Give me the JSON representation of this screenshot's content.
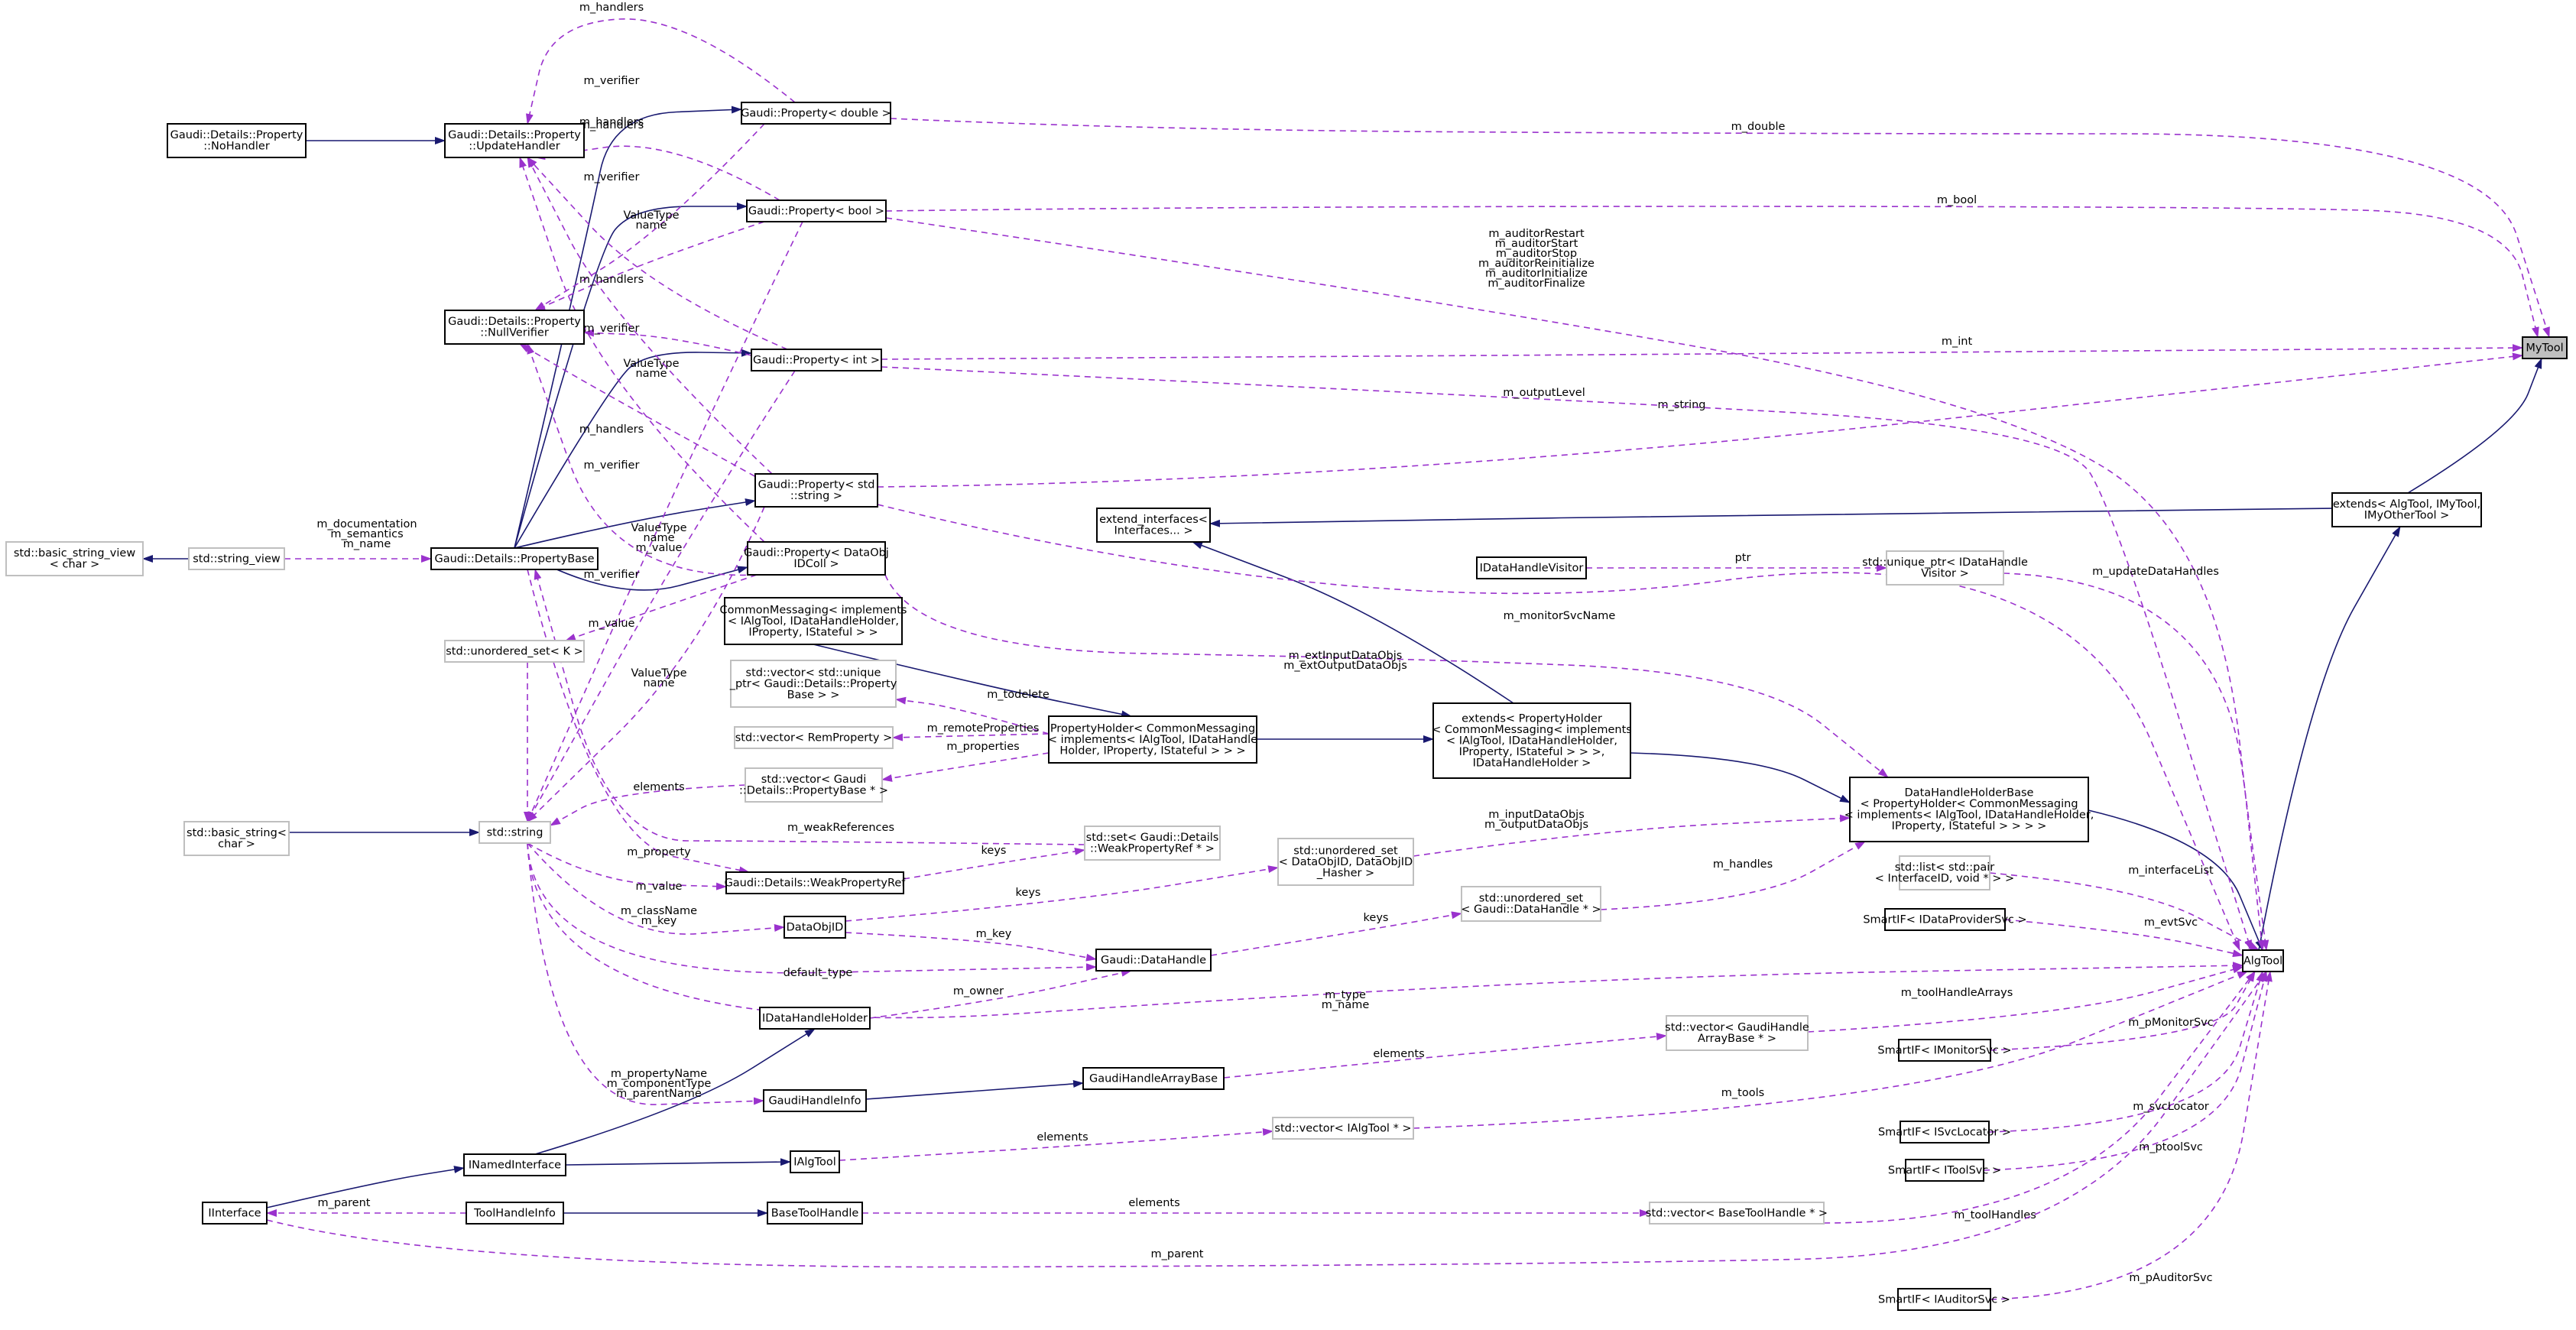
{
  "colors": {
    "inheritance": "#191970",
    "usage": "#9a32cd",
    "documented_border": "#000000",
    "undocumented_border": "#bfbfbf",
    "highlight_fill": "#bfbfbf"
  },
  "nodes": [
    {
      "id": "MyTool",
      "lines": [
        "MyTool"
      ],
      "highlight": true
    },
    {
      "id": "extends_AlgTool",
      "lines": [
        "extends< AlgTool, IMyTool,",
        "IMyOtherTool >"
      ]
    },
    {
      "id": "AlgTool",
      "lines": [
        "AlgTool"
      ]
    },
    {
      "id": "DataHandleHolderBase",
      "lines": [
        "DataHandleHolderBase",
        "< PropertyHolder< CommonMessaging",
        "< implements< IAlgTool, IDataHandleHolder,",
        "IProperty, IStateful > > > >"
      ]
    },
    {
      "id": "extends_PropertyHolder",
      "lines": [
        "extends< PropertyHolder",
        "< CommonMessaging< implements",
        "< IAlgTool, IDataHandleHolder,",
        "IProperty, IStateful > > >,",
        "IDataHandleHolder >"
      ]
    },
    {
      "id": "PropertyHolder",
      "lines": [
        "PropertyHolder< CommonMessaging",
        "< implements< IAlgTool, IDataHandle",
        "Holder, IProperty, IStateful > > >"
      ]
    },
    {
      "id": "CommonMessaging",
      "lines": [
        "CommonMessaging< implements",
        "< IAlgTool, IDataHandleHolder,",
        "IProperty, IStateful > >"
      ]
    },
    {
      "id": "extend_interfaces",
      "lines": [
        "extend_interfaces<",
        "Interfaces... >"
      ]
    },
    {
      "id": "GaudiPropertyDouble",
      "lines": [
        "Gaudi::Property< double >"
      ]
    },
    {
      "id": "GaudiPropertyBool",
      "lines": [
        "Gaudi::Property< bool >"
      ]
    },
    {
      "id": "GaudiPropertyInt",
      "lines": [
        "Gaudi::Property< int >"
      ]
    },
    {
      "id": "GaudiPropertyString",
      "lines": [
        "Gaudi::Property< std",
        "::string >"
      ]
    },
    {
      "id": "GaudiPropertyDataObj",
      "lines": [
        "Gaudi::Property< DataObj",
        "IDColl >"
      ]
    },
    {
      "id": "UpdateHandler",
      "lines": [
        "Gaudi::Details::Property",
        "::UpdateHandler"
      ]
    },
    {
      "id": "NoHandler",
      "lines": [
        "Gaudi::Details::Property",
        "::NoHandler"
      ]
    },
    {
      "id": "NullVerifier",
      "lines": [
        "Gaudi::Details::Property",
        "::NullVerifier"
      ]
    },
    {
      "id": "PropertyBase",
      "lines": [
        "Gaudi::Details::PropertyBase"
      ]
    },
    {
      "id": "string_view",
      "lines": [
        "std::string_view"
      ],
      "undoc": true
    },
    {
      "id": "basic_string_view",
      "lines": [
        "std::basic_string_view",
        "< char >"
      ],
      "undoc": true
    },
    {
      "id": "unordered_set_K",
      "lines": [
        "std::unordered_set< K >"
      ],
      "undoc": true
    },
    {
      "id": "vec_unique_ptr",
      "lines": [
        "std::vector< std::unique",
        "_ptr< Gaudi::Details::Property",
        "Base > >"
      ],
      "undoc": true
    },
    {
      "id": "vec_RemProperty",
      "lines": [
        "std::vector< RemProperty >"
      ],
      "undoc": true
    },
    {
      "id": "vec_PropertyBasePtr",
      "lines": [
        "std::vector< Gaudi",
        "::Details::PropertyBase * >"
      ],
      "undoc": true
    },
    {
      "id": "std_string",
      "lines": [
        "std::string"
      ],
      "undoc": true
    },
    {
      "id": "basic_string",
      "lines": [
        "std::basic_string<",
        "char >"
      ],
      "undoc": true
    },
    {
      "id": "set_WeakPropertyRef",
      "lines": [
        "std::set< Gaudi::Details",
        "::WeakPropertyRef * >"
      ],
      "undoc": true
    },
    {
      "id": "WeakPropertyRef",
      "lines": [
        "Gaudi::Details::WeakPropertyRef"
      ]
    },
    {
      "id": "DataObjID",
      "lines": [
        "DataObjID"
      ]
    },
    {
      "id": "uset_DataObjID",
      "lines": [
        "std::unordered_set",
        "< DataObjID, DataObjID",
        "_Hasher >"
      ],
      "undoc": true
    },
    {
      "id": "uset_DataHandle",
      "lines": [
        "std::unordered_set",
        "< Gaudi::DataHandle * >"
      ],
      "undoc": true
    },
    {
      "id": "GaudiDataHandle",
      "lines": [
        "Gaudi::DataHandle"
      ]
    },
    {
      "id": "IDataHandleHolder",
      "lines": [
        "IDataHandleHolder"
      ]
    },
    {
      "id": "GaudiHandleInfo",
      "lines": [
        "GaudiHandleInfo"
      ]
    },
    {
      "id": "GaudiHandleArrayBase",
      "lines": [
        "GaudiHandleArrayBase"
      ]
    },
    {
      "id": "vec_GaudiHandleArrayBase",
      "lines": [
        "std::vector< GaudiHandle",
        "ArrayBase * >"
      ],
      "undoc": true
    },
    {
      "id": "INamedInterface",
      "lines": [
        "INamedInterface"
      ]
    },
    {
      "id": "IAlgTool",
      "lines": [
        "IAlgTool"
      ]
    },
    {
      "id": "vec_IAlgTool",
      "lines": [
        "std::vector< IAlgTool * >"
      ],
      "undoc": true
    },
    {
      "id": "IInterface",
      "lines": [
        "IInterface"
      ]
    },
    {
      "id": "ToolHandleInfo",
      "lines": [
        "ToolHandleInfo"
      ]
    },
    {
      "id": "BaseToolHandle",
      "lines": [
        "BaseToolHandle"
      ]
    },
    {
      "id": "vec_BaseToolHandle",
      "lines": [
        "std::vector< BaseToolHandle * >"
      ],
      "undoc": true
    },
    {
      "id": "IDataHandleVisitor",
      "lines": [
        "IDataHandleVisitor"
      ]
    },
    {
      "id": "unique_ptr_IDataHandleVisitor",
      "lines": [
        "std::unique_ptr< IDataHandle",
        "Visitor >"
      ],
      "undoc": true
    },
    {
      "id": "list_pair",
      "lines": [
        "std::list< std::pair",
        "< InterfaceID, void * > >"
      ],
      "undoc": true
    },
    {
      "id": "SmartIF_IDataProviderSvc",
      "lines": [
        "SmartIF< IDataProviderSvc >"
      ]
    },
    {
      "id": "SmartIF_IMonitorSvc",
      "lines": [
        "SmartIF< IMonitorSvc >"
      ]
    },
    {
      "id": "SmartIF_ISvcLocator",
      "lines": [
        "SmartIF< ISvcLocator >"
      ]
    },
    {
      "id": "SmartIF_IToolSvc",
      "lines": [
        "SmartIF< IToolSvc >"
      ]
    },
    {
      "id": "SmartIF_IAuditorSvc",
      "lines": [
        "SmartIF< IAuditorSvc >"
      ]
    }
  ],
  "edges": [
    {
      "from": "extends_AlgTool",
      "to": "MyTool",
      "kind": "inherit",
      "label": []
    },
    {
      "from": "GaudiPropertyDouble",
      "to": "MyTool",
      "kind": "use",
      "label": [
        "m_double"
      ]
    },
    {
      "from": "GaudiPropertyBool",
      "to": "MyTool",
      "kind": "use",
      "label": [
        "m_bool"
      ]
    },
    {
      "from": "GaudiPropertyInt",
      "to": "MyTool",
      "kind": "use",
      "label": [
        "m_int"
      ]
    },
    {
      "from": "GaudiPropertyString",
      "to": "MyTool",
      "kind": "use",
      "label": [
        "m_string"
      ]
    },
    {
      "from": "AlgTool",
      "to": "extends_AlgTool",
      "kind": "inherit",
      "label": []
    },
    {
      "from": "extend_interfaces",
      "to": "extends_AlgTool",
      "kind": "inherit",
      "label": []
    },
    {
      "from": "DataHandleHolderBase",
      "to": "AlgTool",
      "kind": "inherit",
      "label": []
    },
    {
      "from": "extends_PropertyHolder",
      "to": "DataHandleHolderBase",
      "kind": "inherit",
      "label": []
    },
    {
      "from": "PropertyHolder",
      "to": "extends_PropertyHolder",
      "kind": "inherit",
      "label": []
    },
    {
      "from": "extend_interfaces",
      "to": "extends_PropertyHolder",
      "kind": "inherit",
      "label": []
    },
    {
      "from": "CommonMessaging",
      "to": "PropertyHolder",
      "kind": "inherit",
      "label": []
    },
    {
      "from": "NoHandler",
      "to": "UpdateHandler",
      "kind": "inherit",
      "label": []
    },
    {
      "from": "PropertyBase",
      "to": "GaudiPropertyDouble",
      "kind": "inherit",
      "label": []
    },
    {
      "from": "PropertyBase",
      "to": "GaudiPropertyBool",
      "kind": "inherit",
      "label": []
    },
    {
      "from": "PropertyBase",
      "to": "GaudiPropertyInt",
      "kind": "inherit",
      "label": []
    },
    {
      "from": "PropertyBase",
      "to": "GaudiPropertyString",
      "kind": "inherit",
      "label": []
    },
    {
      "from": "PropertyBase",
      "to": "GaudiPropertyDataObj",
      "kind": "inherit",
      "label": []
    },
    {
      "from": "basic_string_view",
      "to": "string_view",
      "kind": "inherit",
      "label": []
    },
    {
      "from": "basic_string",
      "to": "std_string",
      "kind": "inherit",
      "label": []
    },
    {
      "from": "INamedInterface",
      "to": "IDataHandleHolder",
      "kind": "inherit",
      "label": []
    },
    {
      "from": "INamedInterface",
      "to": "IAlgTool",
      "kind": "inherit",
      "label": []
    },
    {
      "from": "IInterface",
      "to": "INamedInterface",
      "kind": "inherit",
      "label": []
    },
    {
      "from": "ToolHandleInfo",
      "to": "BaseToolHandle",
      "kind": "inherit",
      "label": []
    },
    {
      "from": "GaudiHandleInfo",
      "to": "GaudiHandleArrayBase",
      "kind": "inherit",
      "label": []
    },
    {
      "from": "GaudiPropertyDouble",
      "to": "UpdateHandler",
      "kind": "use",
      "label": [
        "m_handlers"
      ]
    },
    {
      "from": "GaudiPropertyDouble",
      "to": "NullVerifier",
      "kind": "use",
      "label": [
        "m_verifier"
      ]
    },
    {
      "from": "GaudiPropertyBool",
      "to": "UpdateHandler",
      "kind": "use",
      "label": [
        "m_handlers"
      ]
    },
    {
      "from": "GaudiPropertyBool",
      "to": "NullVerifier",
      "kind": "use",
      "label": [
        "m_verifier"
      ]
    },
    {
      "from": "GaudiPropertyBool",
      "to": "std_string",
      "kind": "use",
      "label": [
        "ValueType",
        "name"
      ]
    },
    {
      "from": "GaudiPropertyInt",
      "to": "UpdateHandler",
      "kind": "use",
      "label": [
        "m_handlers"
      ]
    },
    {
      "from": "GaudiPropertyInt",
      "to": "NullVerifier",
      "kind": "use",
      "label": [
        "m_verifier"
      ]
    },
    {
      "from": "GaudiPropertyInt",
      "to": "std_string",
      "kind": "use",
      "label": [
        "ValueType",
        "name"
      ]
    },
    {
      "from": "GaudiPropertyString",
      "to": "UpdateHandler",
      "kind": "use",
      "label": [
        "m_handlers"
      ]
    },
    {
      "from": "GaudiPropertyString",
      "to": "NullVerifier",
      "kind": "use",
      "label": [
        "m_verifier"
      ]
    },
    {
      "from": "GaudiPropertyString",
      "to": "std_string",
      "kind": "use",
      "label": [
        "ValueType",
        "name",
        "m_value"
      ]
    },
    {
      "from": "GaudiPropertyDataObj",
      "to": "UpdateHandler",
      "kind": "use",
      "label": [
        "m_handlers"
      ]
    },
    {
      "from": "GaudiPropertyDataObj",
      "to": "NullVerifier",
      "kind": "use",
      "label": [
        "m_verifier"
      ]
    },
    {
      "from": "GaudiPropertyDataObj",
      "to": "unordered_set_K",
      "kind": "use",
      "label": [
        "m_value"
      ]
    },
    {
      "from": "unordered_set_K",
      "to": "std_string",
      "kind": "use",
      "label": [
        "ValueType",
        "name"
      ]
    },
    {
      "from": "string_view",
      "to": "PropertyBase",
      "kind": "use",
      "label": [
        "m_documentation",
        "m_semantics",
        "m_name"
      ]
    },
    {
      "from": "vec_PropertyBasePtr",
      "to": "std_string",
      "kind": "use",
      "label": [
        "elements"
      ]
    },
    {
      "from": "vec_unique_ptr",
      "to": "PropertyHolder",
      "kind": "use",
      "label": [
        "m_todelete"
      ]
    },
    {
      "from": "vec_RemProperty",
      "to": "PropertyHolder",
      "kind": "use",
      "label": [
        "m_remoteProperties"
      ]
    },
    {
      "from": "vec_PropertyBasePtr",
      "to": "PropertyHolder",
      "kind": "use",
      "label": [
        "m_properties"
      ]
    },
    {
      "from": "set_WeakPropertyRef",
      "to": "PropertyBase",
      "kind": "use",
      "label": [
        "m_weakReferences"
      ]
    },
    {
      "from": "WeakPropertyRef",
      "to": "set_WeakPropertyRef",
      "kind": "use",
      "label": [
        "keys"
      ]
    },
    {
      "from": "PropertyBase",
      "to": "WeakPropertyRef",
      "kind": "use",
      "label": [
        "m_property"
      ]
    },
    {
      "from": "std_string",
      "to": "WeakPropertyRef",
      "kind": "use",
      "label": [
        "m_value"
      ]
    },
    {
      "from": "std_string",
      "to": "DataObjID",
      "kind": "use",
      "label": [
        "m_className",
        "m_key"
      ]
    },
    {
      "from": "DataObjID",
      "to": "uset_DataObjID",
      "kind": "use",
      "label": [
        "keys"
      ]
    },
    {
      "from": "uset_DataObjID",
      "to": "DataHandleHolderBase",
      "kind": "use",
      "label": [
        "m_inputDataObjs",
        "m_outputDataObjs"
      ]
    },
    {
      "from": "GaudiPropertyDataObj",
      "to": "DataHandleHolderBase",
      "kind": "use",
      "label": [
        "m_extInputDataObjs",
        "m_extOutputDataObjs"
      ]
    },
    {
      "from": "GaudiDataHandle",
      "to": "uset_DataHandle",
      "kind": "use",
      "label": [
        "keys"
      ]
    },
    {
      "from": "uset_DataHandle",
      "to": "DataHandleHolderBase",
      "kind": "use",
      "label": [
        "m_handles"
      ]
    },
    {
      "from": "DataObjID",
      "to": "GaudiDataHandle",
      "kind": "use",
      "label": [
        "m_key"
      ]
    },
    {
      "from": "std_string",
      "to": "GaudiDataHandle",
      "kind": "use",
      "label": [
        "default_type"
      ]
    },
    {
      "from": "IDataHandleHolder",
      "to": "GaudiDataHandle",
      "kind": "use",
      "label": [
        "m_owner"
      ]
    },
    {
      "from": "std_string",
      "to": "AlgTool",
      "kind": "use",
      "label": [
        "m_type",
        "m_name"
      ]
    },
    {
      "from": "std_string",
      "to": "GaudiHandleInfo",
      "kind": "use",
      "label": [
        "m_propertyName",
        "m_componentType",
        "m_parentName"
      ]
    },
    {
      "from": "GaudiHandleArrayBase",
      "to": "vec_GaudiHandleArrayBase",
      "kind": "use",
      "label": [
        "elements"
      ]
    },
    {
      "from": "vec_GaudiHandleArrayBase",
      "to": "AlgTool",
      "kind": "use",
      "label": [
        "m_toolHandleArrays"
      ]
    },
    {
      "from": "IAlgTool",
      "to": "vec_IAlgTool",
      "kind": "use",
      "label": [
        "elements"
      ]
    },
    {
      "from": "vec_IAlgTool",
      "to": "AlgTool",
      "kind": "use",
      "label": [
        "m_tools"
      ]
    },
    {
      "from": "IInterface",
      "to": "ToolHandleInfo",
      "kind": "use",
      "label": [
        "m_parent"
      ]
    },
    {
      "from": "BaseToolHandle",
      "to": "vec_BaseToolHandle",
      "kind": "use",
      "label": [
        "elements"
      ]
    },
    {
      "from": "vec_BaseToolHandle",
      "to": "AlgTool",
      "kind": "use",
      "label": [
        "m_toolHandles"
      ]
    },
    {
      "from": "IInterface",
      "to": "AlgTool",
      "kind": "use",
      "label": [
        "m_parent"
      ]
    },
    {
      "from": "GaudiPropertyBool",
      "to": "AlgTool",
      "kind": "use",
      "label": [
        "m_auditorRestart",
        "m_auditorStart",
        "m_auditorStop",
        "m_auditorReinitialize",
        "m_auditorInitialize",
        "m_auditorFinalize"
      ]
    },
    {
      "from": "GaudiPropertyInt",
      "to": "AlgTool",
      "kind": "use",
      "label": [
        "m_outputLevel"
      ]
    },
    {
      "from": "GaudiPropertyString",
      "to": "AlgTool",
      "kind": "use",
      "label": [
        "m_monitorSvcName"
      ]
    },
    {
      "from": "IDataHandleVisitor",
      "to": "unique_ptr_IDataHandleVisitor",
      "kind": "use",
      "label": [
        "ptr"
      ]
    },
    {
      "from": "unique_ptr_IDataHandleVisitor",
      "to": "AlgTool",
      "kind": "use",
      "label": [
        "m_updateDataHandles"
      ]
    },
    {
      "from": "list_pair",
      "to": "AlgTool",
      "kind": "use",
      "label": [
        "m_interfaceList"
      ]
    },
    {
      "from": "SmartIF_IDataProviderSvc",
      "to": "AlgTool",
      "kind": "use",
      "label": [
        "m_evtSvc"
      ]
    },
    {
      "from": "SmartIF_IMonitorSvc",
      "to": "AlgTool",
      "kind": "use",
      "label": [
        "m_pMonitorSvc"
      ]
    },
    {
      "from": "SmartIF_ISvcLocator",
      "to": "AlgTool",
      "kind": "use",
      "label": [
        "m_svcLocator"
      ]
    },
    {
      "from": "SmartIF_IToolSvc",
      "to": "AlgTool",
      "kind": "use",
      "label": [
        "m_ptoolSvc"
      ]
    },
    {
      "from": "SmartIF_IAuditorSvc",
      "to": "AlgTool",
      "kind": "use",
      "label": [
        "m_pAuditorSvc"
      ]
    }
  ]
}
